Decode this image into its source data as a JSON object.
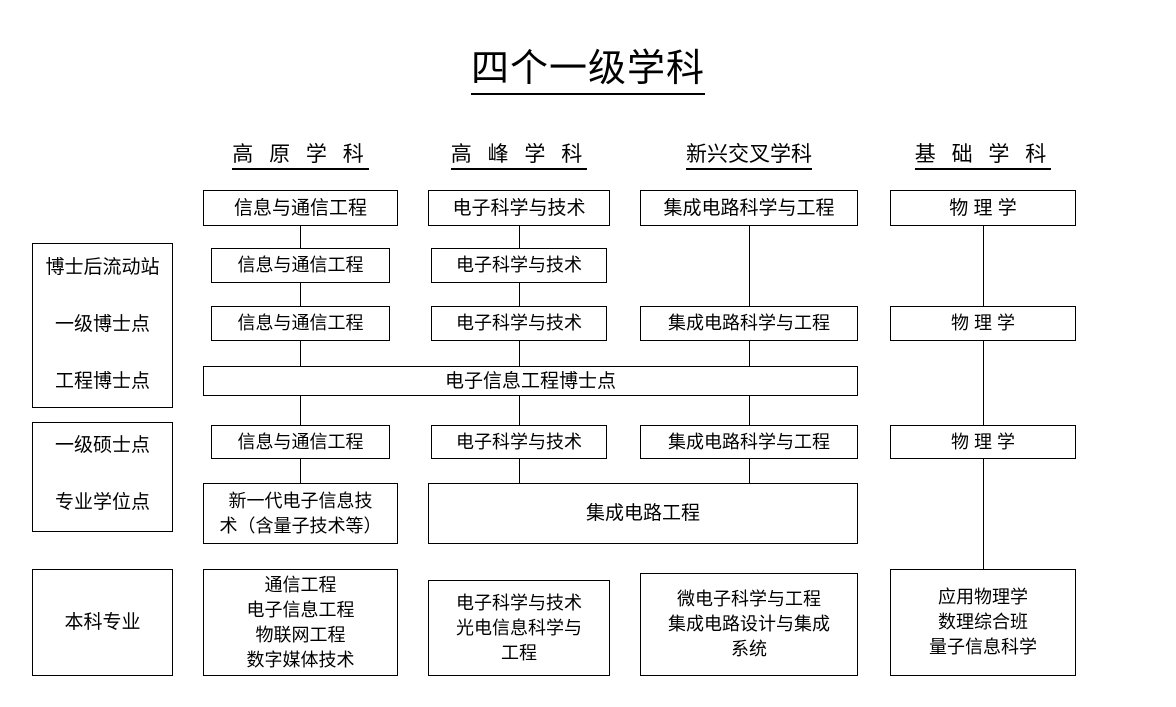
{
  "title": "四个一级学科",
  "columns": [
    {
      "header": "高 原 学 科",
      "key": "plateau"
    },
    {
      "header": "高 峰 学 科",
      "key": "peak"
    },
    {
      "header": "新兴交叉学科",
      "key": "emerging"
    },
    {
      "header": "基 础 学 科",
      "key": "foundation"
    }
  ],
  "row_labels": [
    {
      "label": "博士后流动站"
    },
    {
      "label": "一级博士点"
    },
    {
      "label": "工程博士点"
    },
    {
      "label": "一级硕士点"
    },
    {
      "label": "专业学位点"
    },
    {
      "label": "本科专业"
    }
  ],
  "boxes": {
    "top": [
      "信息与通信工程",
      "电子科学与技术",
      "集成电路科学与工程",
      "物 理 学"
    ],
    "postdoc": [
      "信息与通信工程",
      "电子科学与技术"
    ],
    "doctor_first": [
      "信息与通信工程",
      "电子科学与技术",
      "集成电路科学与工程",
      "物 理 学"
    ],
    "engineering_doctor": "电子信息工程博士点",
    "master_first": [
      "信息与通信工程",
      "电子科学与技术",
      "集成电路科学与工程",
      "物 理 学"
    ],
    "professional_degree": {
      "col1_line1": "新一代电子信息技",
      "col1_line2": "术（含量子技术等）",
      "wide": "集成电路工程"
    },
    "undergrad": [
      [
        "通信工程",
        "电子信息工程",
        "物联网工程",
        "数字媒体技术"
      ],
      [
        "电子科学与技术",
        "光电信息科学与",
        "工程"
      ],
      [
        "微电子科学与工程",
        "集成电路设计与集成",
        "系统"
      ],
      [
        "应用物理学",
        "数理综合班",
        "量子信息科学"
      ]
    ]
  },
  "colors": {
    "line": "#000000",
    "background": "#ffffff",
    "text": "#000000"
  }
}
